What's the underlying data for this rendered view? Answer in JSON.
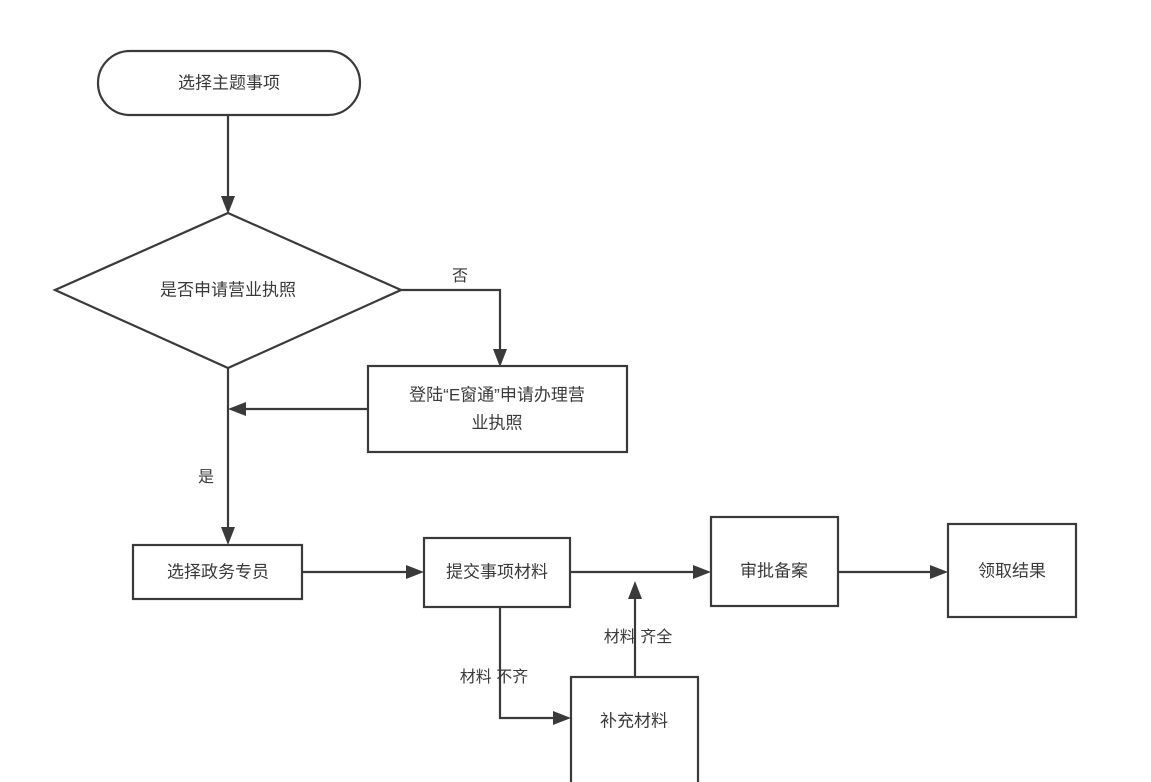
{
  "diagram": {
    "type": "flowchart",
    "background_color": "#ffffff",
    "stroke_color": "#3a3a3a",
    "text_color": "#3a3a3a",
    "nodes": [
      {
        "id": "start",
        "shape": "stadium",
        "label": "选择主题事项"
      },
      {
        "id": "decision",
        "shape": "diamond",
        "label": "是否申请营业执照"
      },
      {
        "id": "echuangtong",
        "shape": "rectangle",
        "label_line1": "登陆“E窗通”申请办理营",
        "label_line2": "业执照"
      },
      {
        "id": "specialist",
        "shape": "rectangle",
        "label": "选择政务专员"
      },
      {
        "id": "submit",
        "shape": "rectangle",
        "label": "提交事项材料"
      },
      {
        "id": "approval",
        "shape": "rectangle",
        "label": "审批备案"
      },
      {
        "id": "result",
        "shape": "rectangle",
        "label": "领取结果"
      },
      {
        "id": "supplement",
        "shape": "rectangle",
        "label": "补充材料"
      }
    ],
    "edge_labels": {
      "decision_no": "否",
      "decision_yes": "是",
      "materials_incomplete": "材料 不齐",
      "materials_complete": "材料 齐全"
    }
  }
}
